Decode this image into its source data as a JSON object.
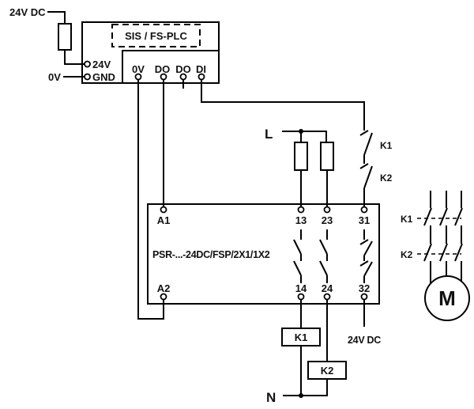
{
  "colors": {
    "line": "#000000",
    "background": "#ffffff",
    "text": "#111111"
  },
  "plc": {
    "supply_label": "24V DC",
    "ground_feed_label": "0V",
    "module_label": "SIS / FS-PLC",
    "left_terminals": [
      "24V",
      "GND"
    ],
    "io_terminals": [
      "0V",
      "DO",
      "DO",
      "DI"
    ]
  },
  "mains": {
    "phase_label": "L",
    "neutral_label": "N",
    "dc_supply_label": "24V DC"
  },
  "feedback": {
    "contact_labels": [
      "K1",
      "K2"
    ]
  },
  "relay": {
    "model": "PSR-...-24DC/FSP/2X1/1X2",
    "top_terminals": [
      "A1",
      "13",
      "23",
      "31"
    ],
    "bottom_terminals": [
      "A2",
      "14",
      "24",
      "32"
    ]
  },
  "coils": {
    "labels": [
      "K1",
      "K2"
    ]
  },
  "power": {
    "contactor_labels": [
      "K1",
      "K2"
    ],
    "motor_label": "M"
  }
}
